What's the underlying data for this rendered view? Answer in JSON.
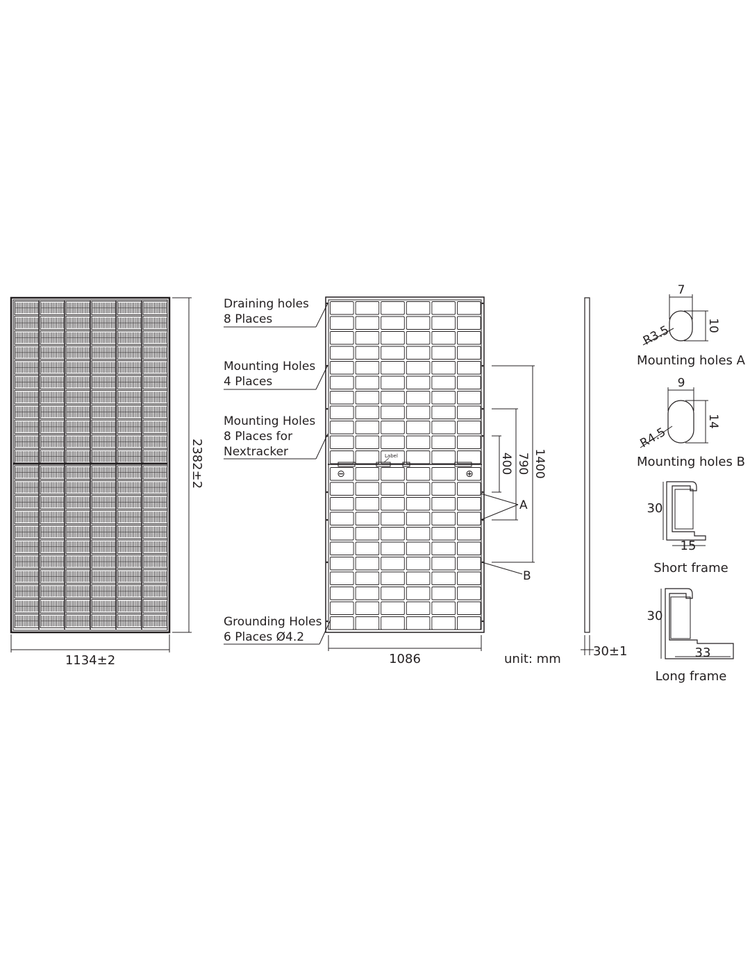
{
  "front_view": {
    "width_dim": "1134±2",
    "height_dim": "2382±2"
  },
  "rear_view": {
    "callouts": {
      "draining": [
        "Draining holes",
        "8 Places"
      ],
      "mounting": [
        "Mounting Holes",
        "4 Places"
      ],
      "nextracker": [
        "Mounting Holes",
        "8 Places for",
        "Nextracker"
      ],
      "grounding": [
        "Grounding Holes",
        "6 Places Ø4.2"
      ]
    },
    "label_tag": "Label",
    "minus_symbol": "⊖",
    "plus_symbol": "⊕",
    "width_dim": "1086",
    "dim_400": "400",
    "dim_790": "790",
    "dim_1400": "1400",
    "letter_a": "A",
    "letter_b": "B",
    "unit": "unit: mm"
  },
  "side_view": {
    "thickness_dim": "30±1"
  },
  "details": {
    "hole_a": {
      "width": "7",
      "height": "10",
      "radius": "R3.5",
      "caption": "Mounting holes A"
    },
    "hole_b": {
      "width": "9",
      "height": "14",
      "radius": "R4.5",
      "caption": "Mounting holes B"
    },
    "short_frame": {
      "height": "30",
      "width": "15",
      "caption": "Short frame"
    },
    "long_frame": {
      "height": "30",
      "width": "33",
      "caption": "Long frame"
    }
  },
  "colors": {
    "line": "#231f20",
    "background": "#ffffff"
  }
}
